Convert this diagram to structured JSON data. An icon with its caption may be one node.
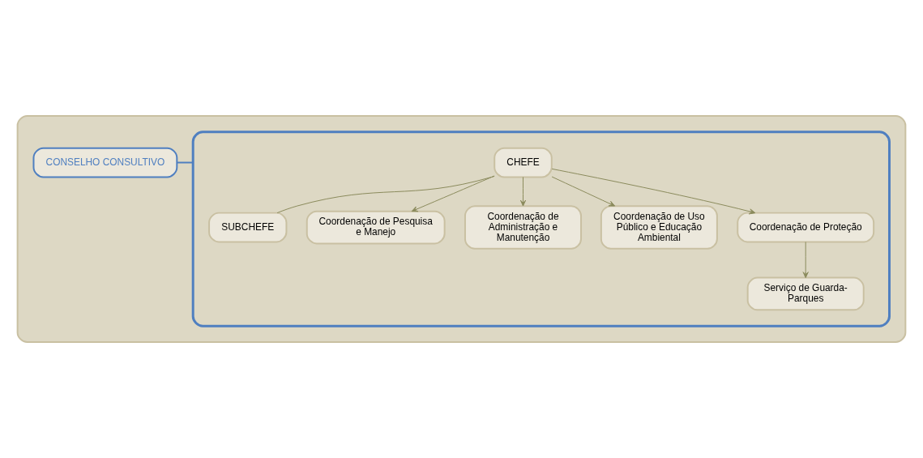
{
  "diagram": {
    "nodes": [
      {
        "text": [],
        "shape": "box"
      },
      {
        "text": [],
        "shape": "box",
        "in": 0
      },
      {
        "text": [
          "CHEFE"
        ],
        "in": 1
      },
      {
        "text": [
          "SUBCHEFE"
        ],
        "in": 1
      },
      {
        "text": [
          "Coordenação de Pesquisa e Manejo"
        ],
        "in": 1
      },
      {
        "text": [
          "Coordenação de Administração e Manutenção"
        ],
        "in": 1
      },
      {
        "text": [
          "Coordenação de Uso Público e Educação Ambiental"
        ],
        "in": 1
      },
      {
        "text": [
          "Coordenação de Proteção"
        ],
        "in": 1
      },
      {
        "text": [
          "Serviço de Guarda-Parques"
        ],
        "in": 1
      },
      {
        "text": [
          "CONSELHO CONSULTIVO"
        ],
        "in": 0
      }
    ],
    "edges": [
      {
        "from": 2,
        "to": 3,
        "arrow": "none"
      },
      {
        "from": 2,
        "to": 4,
        "arrow": "to"
      },
      {
        "from": 2,
        "to": 5,
        "arrow": "to"
      },
      {
        "from": 2,
        "to": 6,
        "arrow": "to"
      },
      {
        "from": 2,
        "to": 7,
        "arrow": "to"
      },
      {
        "from": 7,
        "to": 8,
        "arrow": "to"
      },
      {
        "from": 1,
        "to": 9,
        "arrow": "none",
        "color": "#4f7fc0"
      }
    ]
  }
}
